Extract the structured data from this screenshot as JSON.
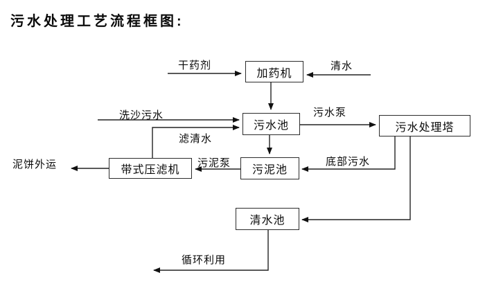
{
  "title": "污水处理工艺流程框图:",
  "diagram": {
    "nodes": {
      "dosing_machine": "加药机",
      "sewage_pool": "污水池",
      "treatment_tower": "污水处理塔",
      "sludge_pool": "污泥池",
      "belt_filter_press": "带式压滤机",
      "clean_water_pool": "清水池"
    },
    "edge_labels": {
      "dry_chemical": "干药剂",
      "clean_water": "清水",
      "sand_washing_sewage": "洗沙污水",
      "sewage_pump": "污水泵",
      "filtered_water": "滤清水",
      "sludge_pump": "污泥泵",
      "bottom_sewage": "底部污水",
      "mud_cake_out": "泥饼外运",
      "recycle": "循环利用"
    },
    "edges": [
      {
        "from": "干药剂",
        "to": "加药机",
        "label": ""
      },
      {
        "from": "清水",
        "to": "加药机",
        "label": ""
      },
      {
        "from": "加药机",
        "to": "污水池",
        "label": ""
      },
      {
        "from": "洗沙污水",
        "to": "污水池",
        "label": ""
      },
      {
        "from": "带式压滤机",
        "to": "污水池",
        "label": "滤清水"
      },
      {
        "from": "污水池",
        "to": "污水处理塔",
        "label": "污水泵"
      },
      {
        "from": "污水池",
        "to": "污泥池",
        "label": ""
      },
      {
        "from": "污水处理塔",
        "to": "污泥池",
        "label": "底部污水"
      },
      {
        "from": "污泥池",
        "to": "带式压滤机",
        "label": "污泥泵"
      },
      {
        "from": "带式压滤机",
        "to": "泥饼外运",
        "label": ""
      },
      {
        "from": "污水处理塔",
        "to": "清水池",
        "label": ""
      },
      {
        "from": "清水池",
        "to": "循环利用",
        "label": ""
      }
    ],
    "colors": {
      "background": "#ffffff",
      "line": "#222222",
      "box_border": "#2b2b2b",
      "text": "#0a0a0a"
    }
  }
}
